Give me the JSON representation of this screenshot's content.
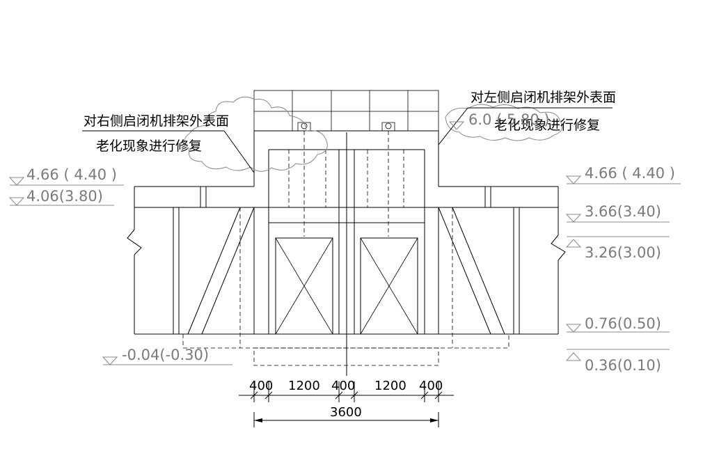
{
  "notes": {
    "left_line1": "对右侧启闭机排架外表面",
    "left_line2": "老化现象进行修复",
    "right_line1": "对左侧启闭机排架外表面",
    "right_line2": "老化现象进行修复"
  },
  "elevations": {
    "left_top": "4.66 ( 4.40 )",
    "left_second": "4.06(3.80)",
    "left_bottom": "-0.04(-0.30)",
    "frame_top": "6.0 ( 5.80 )",
    "right_top": "4.66 ( 4.40 )",
    "right_second": "3.66(3.40)",
    "right_third": "3.26(3.00)",
    "right_fourth": "0.76(0.50)",
    "right_bottom": "0.36(0.10)"
  },
  "dimensions": {
    "d1": "400",
    "d2": "1200",
    "d3": "400",
    "d4": "1200",
    "d5": "400",
    "total": "3600"
  }
}
